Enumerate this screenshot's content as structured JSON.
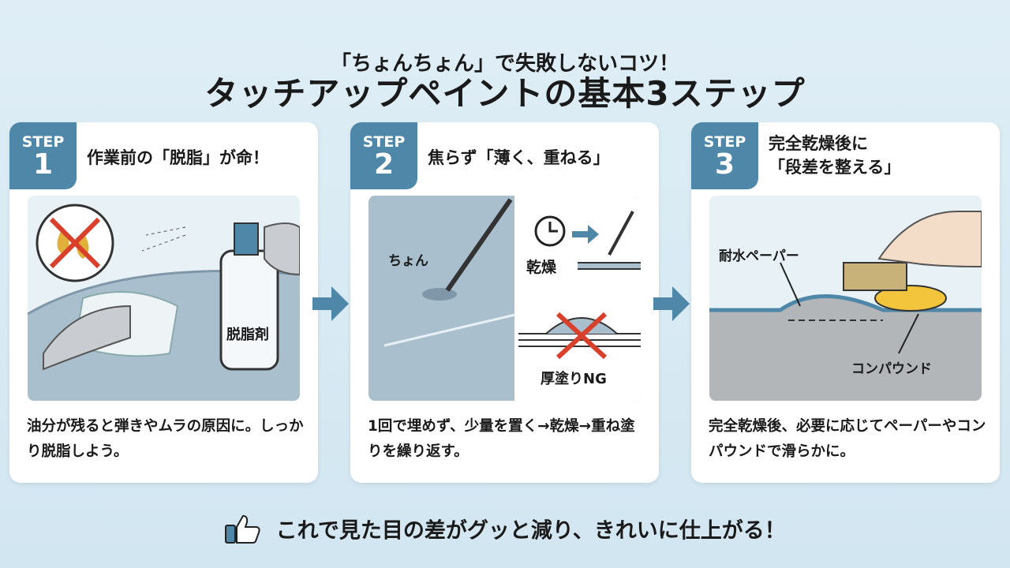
{
  "header": {
    "subtitle": "「ちょんちょん」で失敗しないコツ！",
    "title": "タッチアップペイントの基本3ステップ"
  },
  "steps": [
    {
      "step_label": "STEP",
      "number": "1",
      "heading": "作業前の「脱脂」が命！",
      "description": "油分が残ると弾きやムラの原因に。しっかり脱脂しよう。",
      "bottle_label": "脱脂剤"
    },
    {
      "step_label": "STEP",
      "number": "2",
      "heading": "焦らず「薄く、重ねる」",
      "description": "1回で埋めず、少量を置く→乾燥→重ね塗りを繰り返す。",
      "dab_label": "ちょん",
      "dry_label": "乾燥",
      "ng_label": "厚塗りNG"
    },
    {
      "step_label": "STEP",
      "number": "3",
      "heading_line1": "完全乾燥後に",
      "heading_line2": "「段差を整える」",
      "description": "完全乾燥後、必要に応じてペーパーやコンパウンドで滑らかに。",
      "paper_label": "耐水ペーパー",
      "compound_label": "コンパウンド"
    }
  ],
  "footer": {
    "icon": "thumbs-up-icon",
    "text": "これで見た目の差がグッと減り、きれいに仕上がる！"
  },
  "colors": {
    "accent": "#4f87a9",
    "background": "#d9eaf3"
  }
}
